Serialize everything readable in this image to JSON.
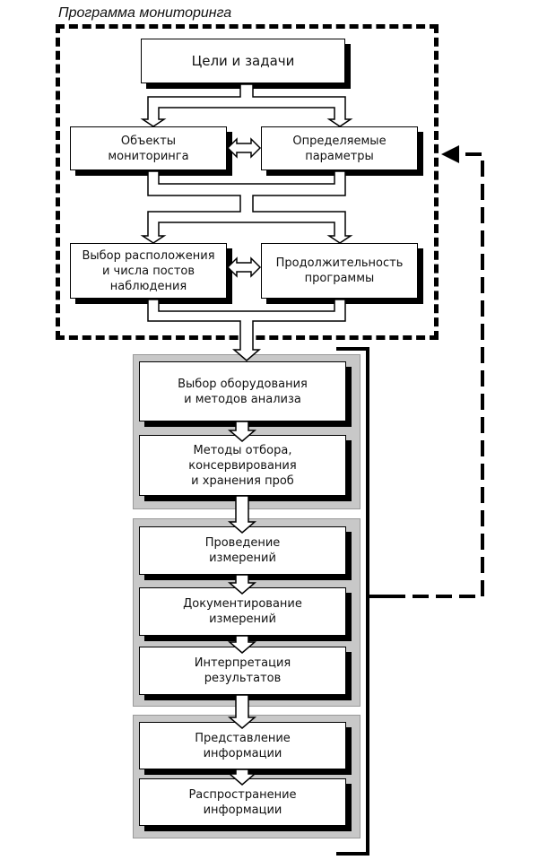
{
  "program_title": "Программа мониторинга",
  "program_boxes": {
    "goals": "Цели и задачи",
    "objects": "Объекты\nмониторинга",
    "parameters": "Определяемые\nпараметры",
    "location": "Выбор расположения\nи числа постов\nнаблюдения",
    "duration": "Продолжительность\nпрограммы"
  },
  "process_boxes": [
    "Выбор оборудования\nи методов анализа",
    "Методы отбора,\nконсервирования\nи хранения проб",
    "Проведение\nизмерений",
    "Документирование\nизмерений",
    "Интерпретация\nрезультатов",
    "Представление\nинформации",
    "Распространение\nинформации"
  ]
}
